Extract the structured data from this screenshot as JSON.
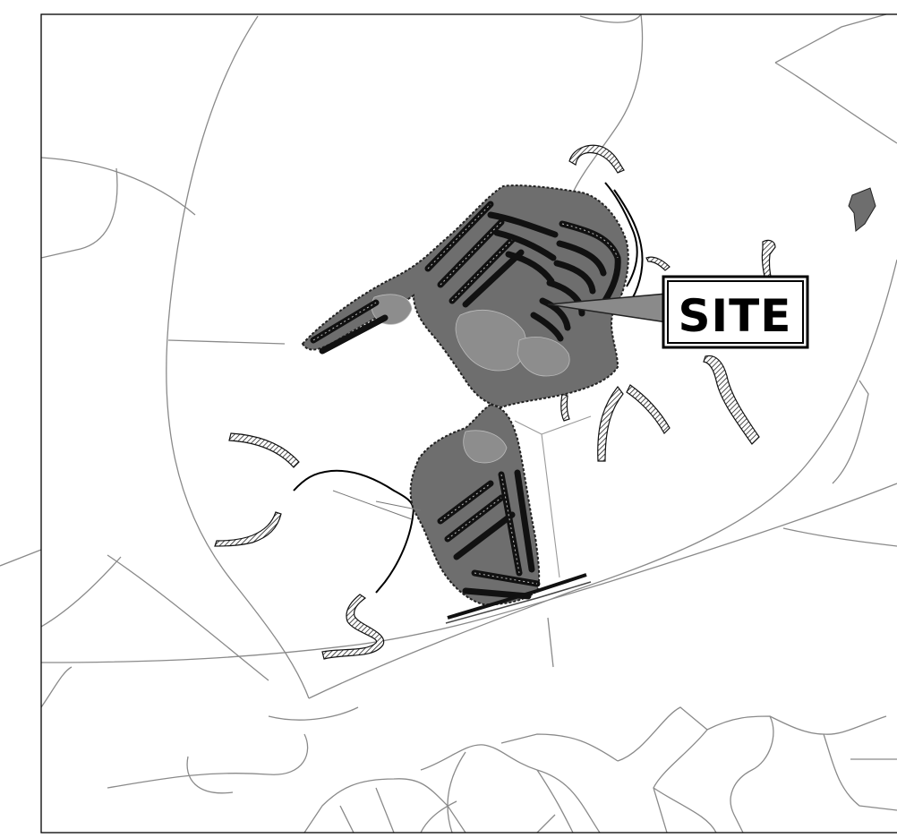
{
  "map": {
    "callout_label": "SITE",
    "colors": {
      "road": "#8a8a8a",
      "site_fill": "#6e6e6e",
      "frame": "#000000",
      "background": "#ffffff"
    },
    "features": [
      "road-network",
      "hatched-wetland-areas",
      "stream-channel",
      "development-site",
      "site-callout"
    ]
  }
}
